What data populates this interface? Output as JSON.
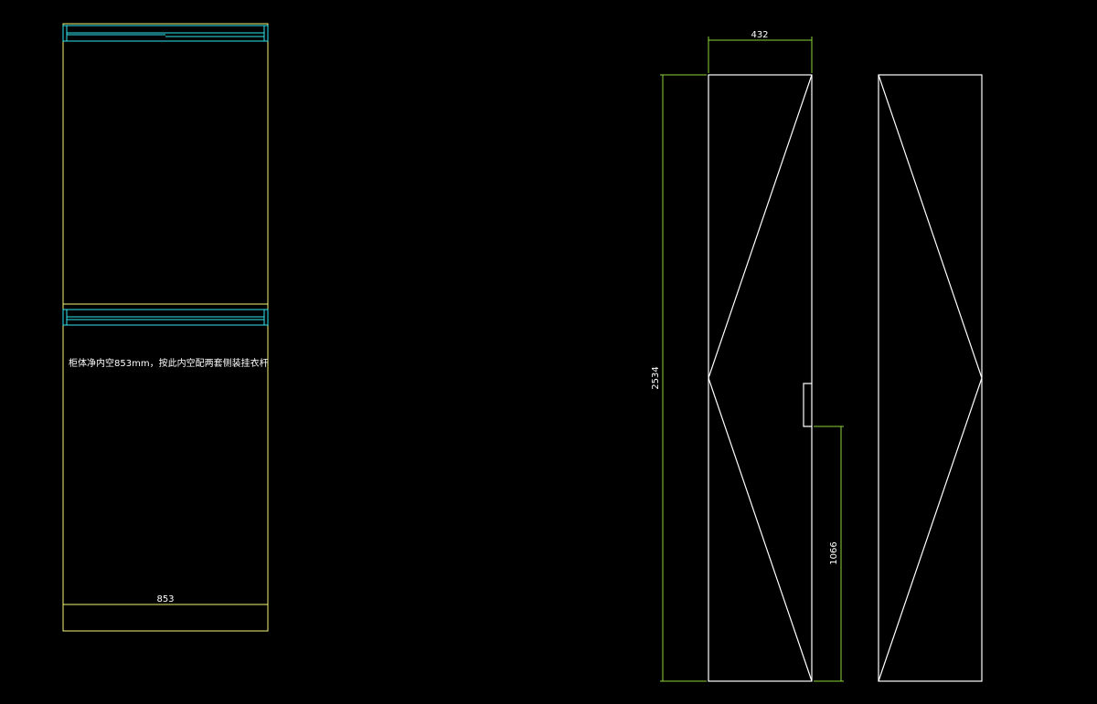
{
  "elevation": {
    "note": "柜体净内空853mm，按此内空配两套侧装挂衣杆",
    "width_label": "853"
  },
  "side_view": {
    "width_label": "432",
    "height_label": "2534",
    "rod_height_label": "1066"
  },
  "colors": {
    "background": "#000000",
    "cabinet_outline": "#f4f47a",
    "rail": "#2ee6ee",
    "panel_lines": "#ffffff",
    "dimension_lines": "#8ad43a"
  }
}
